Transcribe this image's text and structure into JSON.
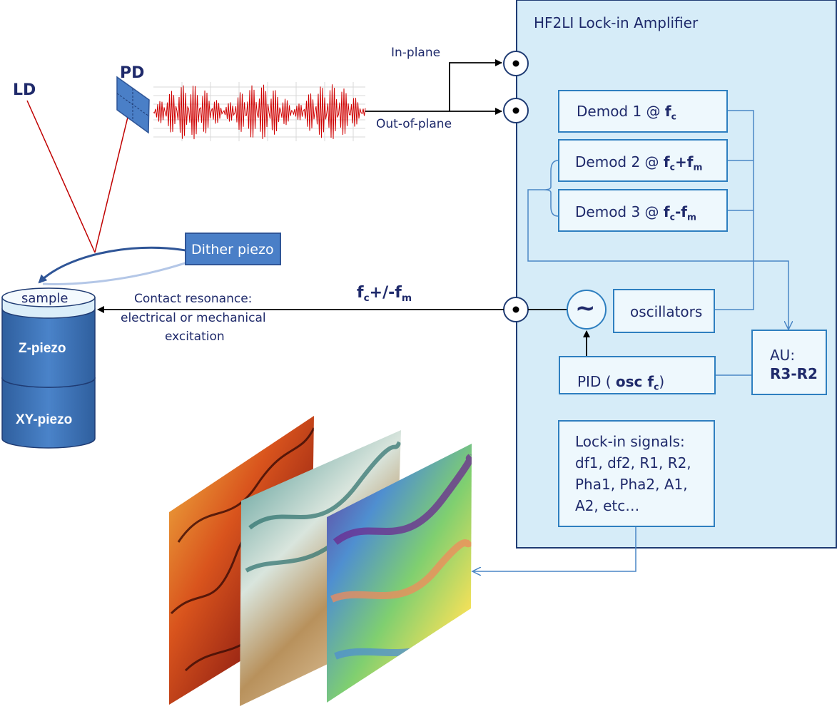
{
  "lockin": {
    "title": "HF2LI Lock-in Amplifier",
    "demod1_prefix": "Demod 1 @ ",
    "demod1_f": "f",
    "demod1_sub": "c",
    "demod2_prefix": "Demod 2 @ ",
    "demod2_f": "f",
    "demod2_sub": "c",
    "demod2_op": "+f",
    "demod2_sub2": "m",
    "demod3_prefix": "Demod 3 @ ",
    "demod3_f": "f",
    "demod3_sub": "c",
    "demod3_op": "-f",
    "demod3_sub2": "m",
    "oscillators": "oscillators",
    "oscillator_symbol": "~",
    "pid_prefix": "PID ( ",
    "pid_osc": "osc f",
    "pid_sub": "c",
    "pid_suffix": ")",
    "au_line1": "AU:",
    "au_line2": "R3-R2",
    "signals": [
      "Lock-in signals:",
      "df1, df2, R1, R2,",
      "Pha1, Pha2, A1,",
      "A2, etc…"
    ]
  },
  "signals_in": {
    "in_plane": "In-plane",
    "out_of_plane": "Out-of-plane"
  },
  "excitation": {
    "freq_f": "f",
    "freq_sub": "c",
    "freq_op": "+/-f",
    "freq_sub2": "m",
    "label_line1": "Contact resonance:",
    "label_line2": "electrical or mechanical",
    "label_line3": "excitation"
  },
  "setup": {
    "ld": "LD",
    "pd": "PD",
    "dither": "Dither piezo",
    "sample": "sample",
    "z_piezo": "Z-piezo",
    "xy_piezo": "XY-piezo"
  },
  "colors": {
    "panel_fill": "#d6ecf8",
    "panel_border": "#1f3b73",
    "box_border": "#2e7fc0",
    "laser": "#c00000",
    "piezo_blue": "#3c72b5",
    "text_navy": "#1f2a6b"
  }
}
